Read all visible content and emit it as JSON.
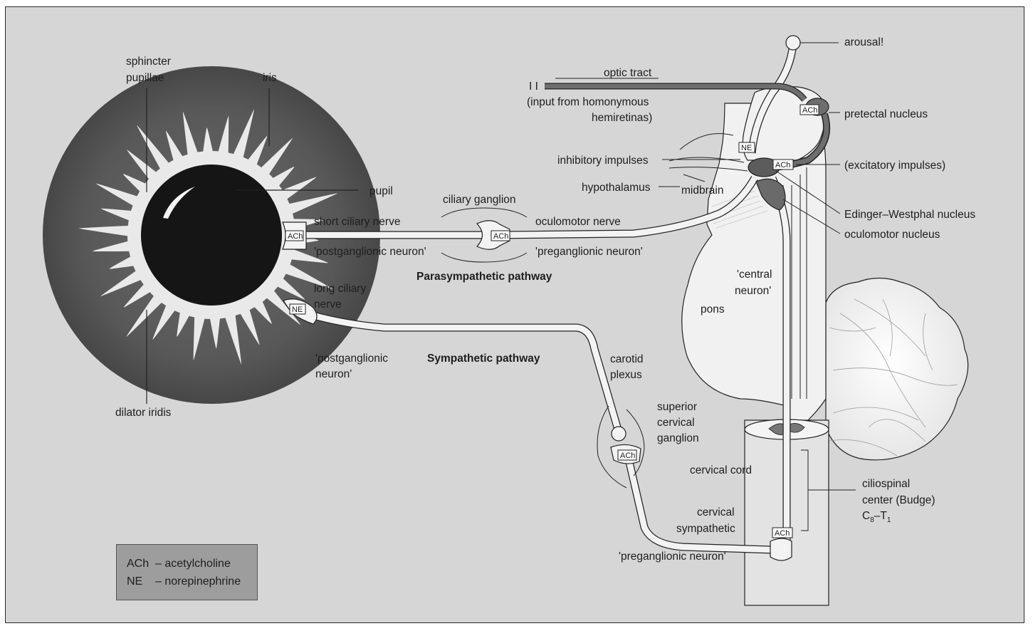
{
  "labels": {
    "sphincter_line1": "sphincter",
    "sphincter_line2": "pupillae",
    "iris": "iris",
    "pupil": "pupil",
    "dilator_iridis": "dilator iridis",
    "short_ciliary_nerve": "short ciliary nerve",
    "postganglionic_neuron_1": "'postganglionic neuron'",
    "ciliary_ganglion": "ciliary ganglion",
    "oculomotor_nerve": "oculomotor nerve",
    "preganglionic_neuron_1": "'preganglionic neuron'",
    "parasympathetic_pathway": "Parasympathetic pathway",
    "long_ciliary_line1": "long ciliary",
    "long_ciliary_line2": "nerve",
    "postganglionic_line1": "'postganglionic",
    "postganglionic_line2": "neuron'",
    "sympathetic_pathway": "Sympathetic pathway",
    "carotid_line1": "carotid",
    "carotid_line2": "plexus",
    "superior_line1": "superior",
    "superior_line2": "cervical",
    "superior_line3": "ganglion",
    "cervical_cord": "cervical cord",
    "cervical_symp_line1": "cervical",
    "cervical_symp_line2": "sympathetic",
    "preganglionic_neuron_2": "'preganglionic neuron'",
    "optic_tract": "optic tract",
    "roman_two": "I I",
    "input_line1": "(input from homonymous",
    "input_line2": "hemiretinas)",
    "arousal": "arousal!",
    "pretectal_nucleus": "pretectal nucleus",
    "excitatory_impulses": "(excitatory impulses)",
    "inhibitory_impulses": "inhibitory impulses",
    "hypothalamus": "hypothalamus",
    "midbrain": "midbrain",
    "edinger_westphal": "Edinger–Westphal nucleus",
    "oculomotor_nucleus": "oculomotor nucleus",
    "central_line1": "'central",
    "central_line2": "neuron'",
    "pons": "pons",
    "ciliospinal_line1": "ciliospinal",
    "ciliospinal_line2": "center (Budge)",
    "ciliospinal_c": "C",
    "ciliospinal_sub8": "8",
    "ciliospinal_dash": "–T",
    "ciliospinal_sub1": "1"
  },
  "synapse_tags": {
    "ach": "ACh",
    "ne": "NE"
  },
  "legend": {
    "row1_abbr": "ACh",
    "row1_text": "– acetylcholine",
    "row2_abbr": "NE",
    "row2_text": "– norepinephrine"
  }
}
